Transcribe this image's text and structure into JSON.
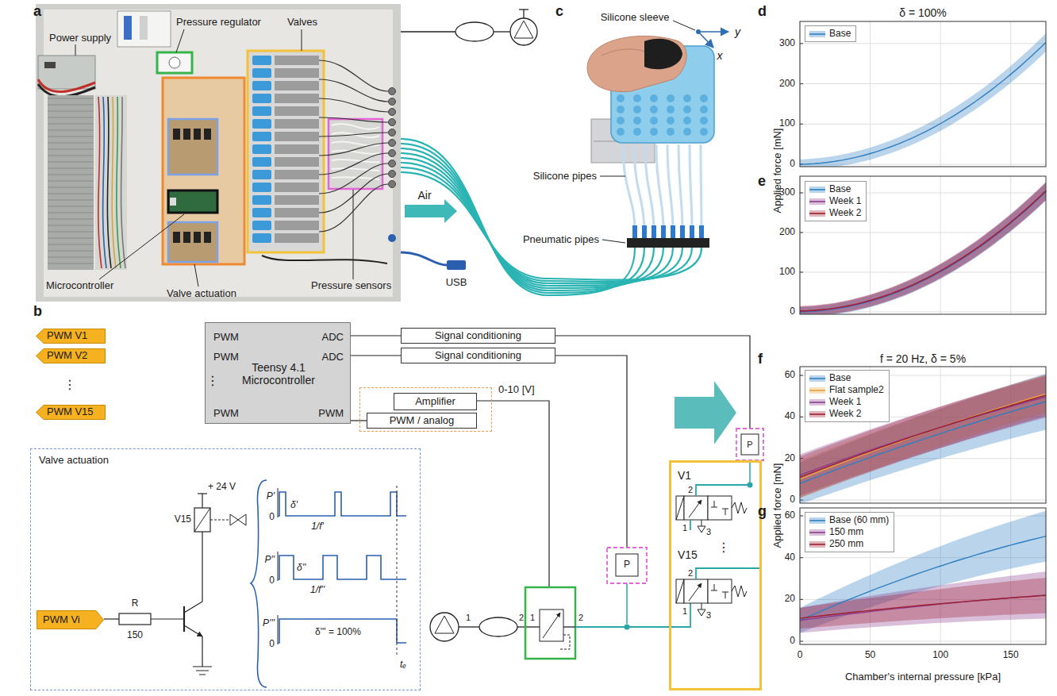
{
  "diagram": {
    "nodes": [
      {
        "text": [
          "PWM V1"
        ]
      },
      {
        "text": [
          "PWM V2"
        ]
      },
      {
        "text": [
          "PWM V15"
        ]
      },
      {
        "text": [
          "Teensy 4.1 Microcontroller",
          "PWM",
          "PWM",
          "PWM",
          "ADC",
          "ADC",
          "PWM"
        ]
      },
      {
        "text": [
          "Signal conditioning"
        ]
      },
      {
        "text": [
          "Signal conditioning"
        ]
      },
      {
        "text": [
          "0-10 [V]"
        ]
      },
      {
        "text": [
          "Amplifier"
        ],
        "in": 6
      },
      {
        "text": [
          "PWM / analog"
        ],
        "in": 6
      },
      {
        "text": [
          "Valve actuation"
        ]
      },
      {
        "text": [
          "PWM Vi"
        ],
        "in": 9
      },
      {
        "text": [
          "V1",
          "V15"
        ]
      }
    ],
    "edges": [
      {
        "from": 3,
        "to": 4,
        "arrow": "none"
      },
      {
        "from": 3,
        "to": 5,
        "arrow": "none"
      },
      {
        "from": 3,
        "to": 8,
        "arrow": "none"
      }
    ],
    "labels": [
      "a",
      "Power supply",
      "Pressure regulator",
      "Valves",
      "Microcontroller",
      "Valve actuation",
      "Pressure sensors",
      "Air",
      "USB",
      "c",
      "Silicone sleeve",
      "y",
      "x",
      "Silicone pipes",
      "Pneumatic pipes",
      "d",
      "δ = 100%",
      "300",
      "200",
      "100",
      "0",
      "e",
      "300",
      "200",
      "100",
      "0",
      "Applied force [mN]",
      "f",
      "f = 20 Hz, δ = 5%",
      "60",
      "40",
      "20",
      "0",
      "g",
      "60",
      "40",
      "20",
      "0",
      "Applied force [mN]",
      "0",
      "50",
      "100",
      "150",
      "Chamber's internal pressure [kPa]",
      "b",
      "⋮",
      "⋮",
      "1",
      "2",
      "1",
      "2",
      "P",
      "P",
      "⋮",
      "1",
      "3",
      "2",
      "1",
      "3",
      "2",
      "+ 24 V",
      "V15",
      "R",
      "150",
      "P'",
      "δ'",
      "0",
      "1/f'",
      "P''",
      "δ''",
      "0",
      "1/f''",
      "P'''",
      "δ''' = 100%",
      "0",
      "tₑ"
    ],
    "legend": [
      {
        "text": "Base"
      },
      {
        "text": "Base"
      },
      {
        "text": "Week 1"
      },
      {
        "text": "Week 2"
      },
      {
        "text": "Base"
      },
      {
        "text": "Flat sample2"
      },
      {
        "text": "Week 1"
      },
      {
        "text": "Week 2"
      },
      {
        "text": "Base (60 mm)"
      },
      {
        "text": "150 mm"
      },
      {
        "text": "250 mm"
      }
    ]
  }
}
